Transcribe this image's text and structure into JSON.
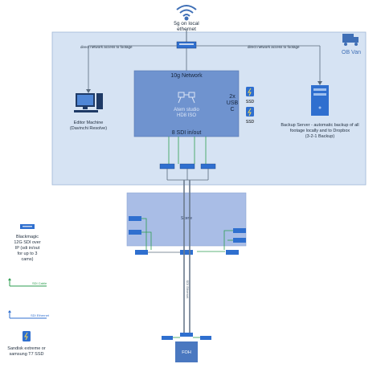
{
  "internet": {
    "icon": "wifi-icon",
    "label": "5g on local ethernet"
  },
  "van": {
    "label": "OB Van",
    "icon": "truck-icon",
    "fill": "#d6e3f3",
    "stroke": "#9fb6d6"
  },
  "network": {
    "label": "10g Network",
    "device": "Atem studio HD8 ISO",
    "sdi_label": "8 SDI in/out",
    "fill": "#6f93cf"
  },
  "usb": {
    "label": "2x USB C"
  },
  "ssd": {
    "label1": "SSD",
    "label2": "SSD"
  },
  "links": {
    "left": "direct network access to footage",
    "right": "direct network access to footage"
  },
  "editor": {
    "label": "Editor Machine (Davinchi Resolve)",
    "icon": "computer-icon"
  },
  "backup": {
    "label": "Backup Server - automatic backup of all footage locally and to Dropbox (3-2-1 Backup)",
    "icon": "server-icon"
  },
  "stage": {
    "label": "Scene",
    "fill": "#a9bde6"
  },
  "cable": {
    "label": "SDI Ethernet"
  },
  "foh": {
    "label": "FOH",
    "fill": "#4a78c0"
  },
  "legend": {
    "converter": "Blackmagic 12G SDI over IP (sdi in/out for up to 3 cams)",
    "sdi_cable": "SDI Cable",
    "sdi_ethernet": "SDI Ethernet",
    "ssd": "Sandisk extreme or samsung T7 SSD"
  },
  "colors": {
    "green": "#2e9e50",
    "blue": "#2f6fcf",
    "line": "#5a6b7d"
  }
}
